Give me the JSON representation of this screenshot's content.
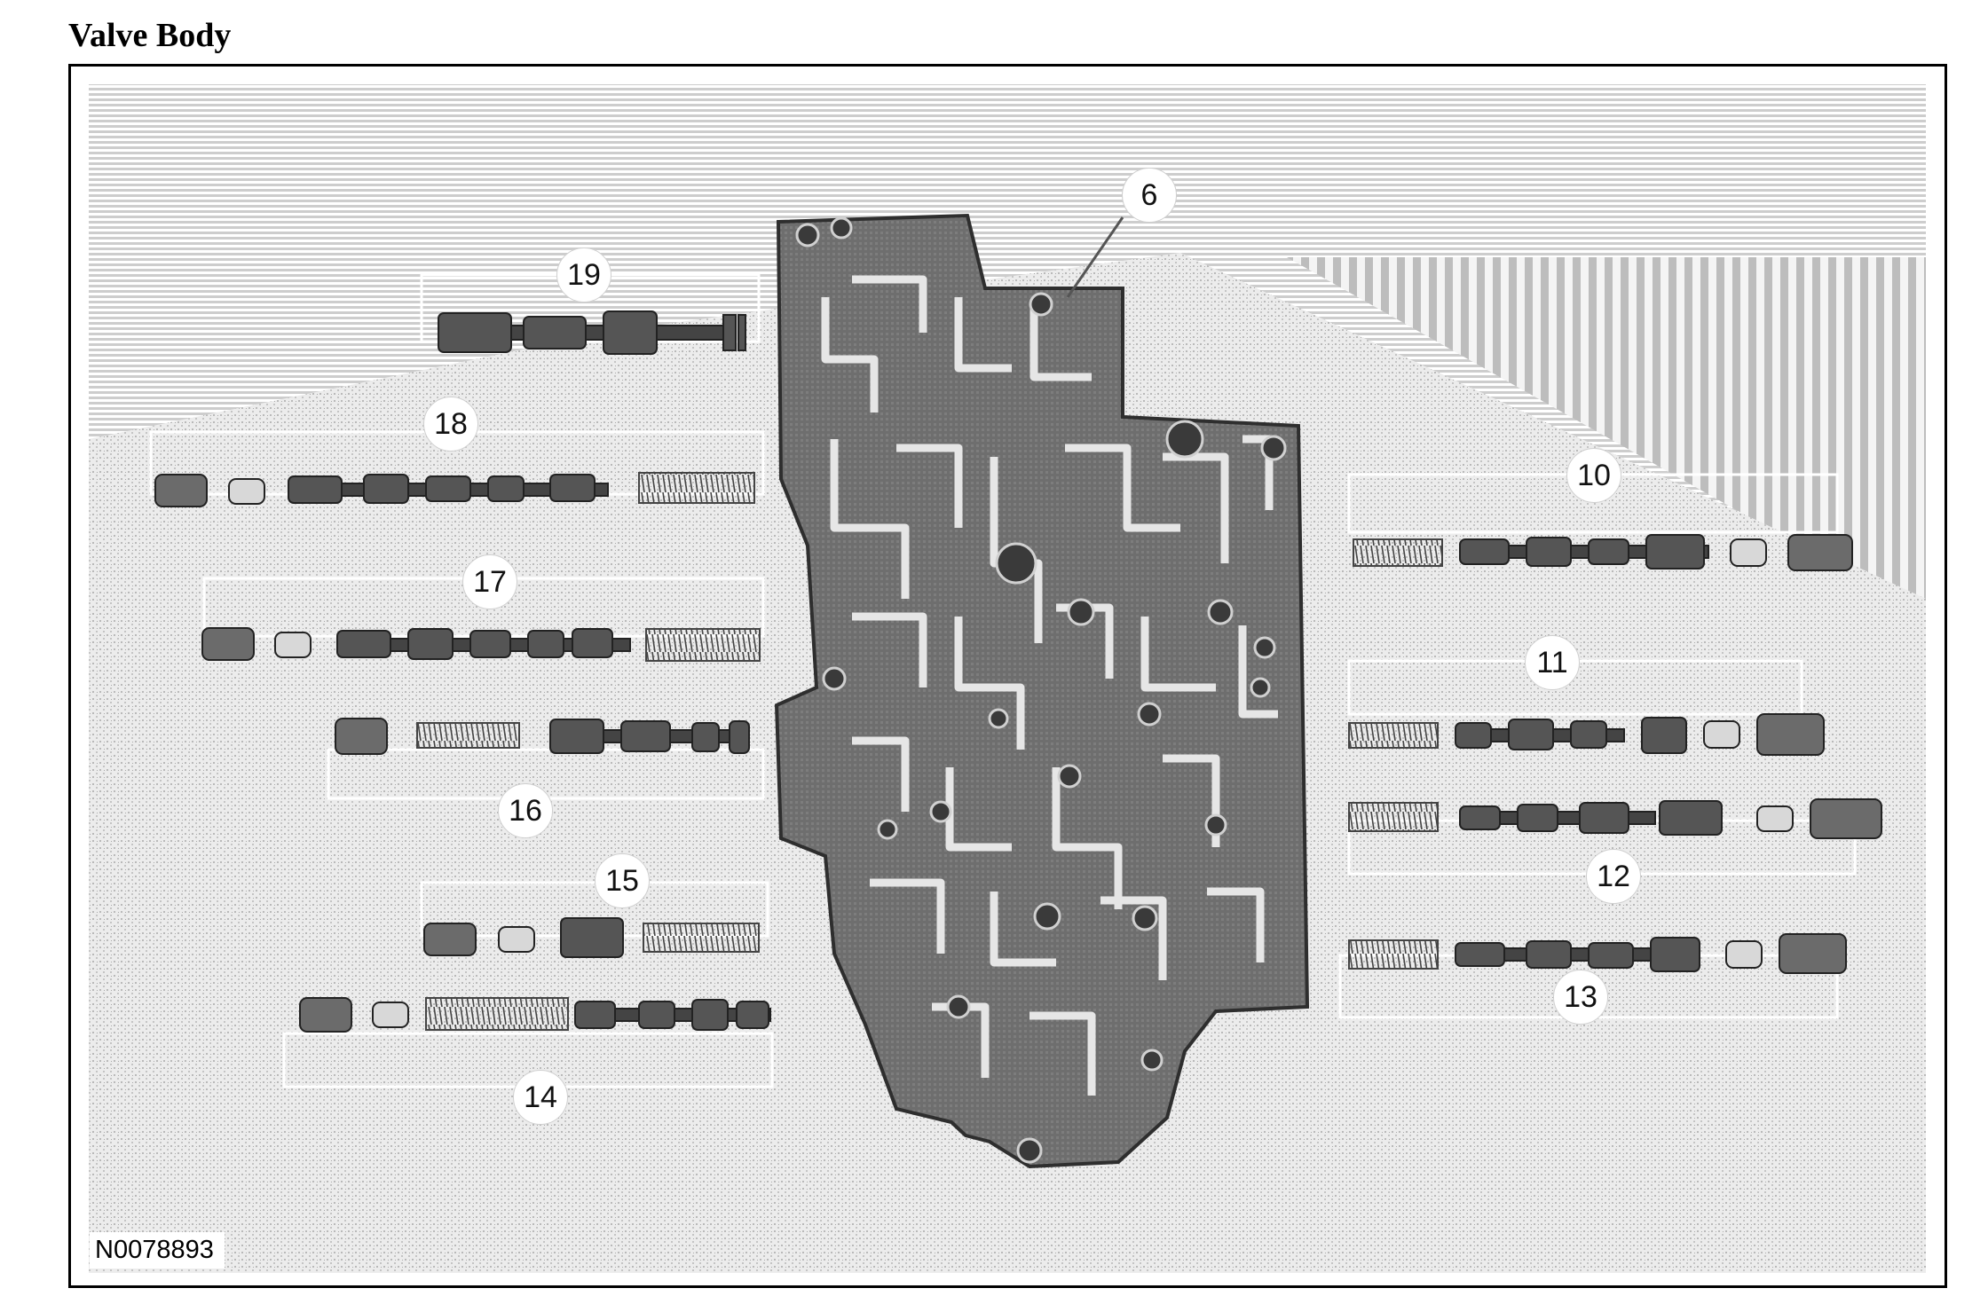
{
  "title": "Valve Body",
  "figure_id": "N0078893",
  "callouts": [
    "6",
    "10",
    "11",
    "12",
    "13",
    "14",
    "15",
    "16",
    "17",
    "18",
    "19"
  ],
  "colors": {
    "frame": "#000000",
    "part_dark": "#555555",
    "part_mid": "#8a8a8a",
    "background_pattern": "#cfcfcf"
  }
}
